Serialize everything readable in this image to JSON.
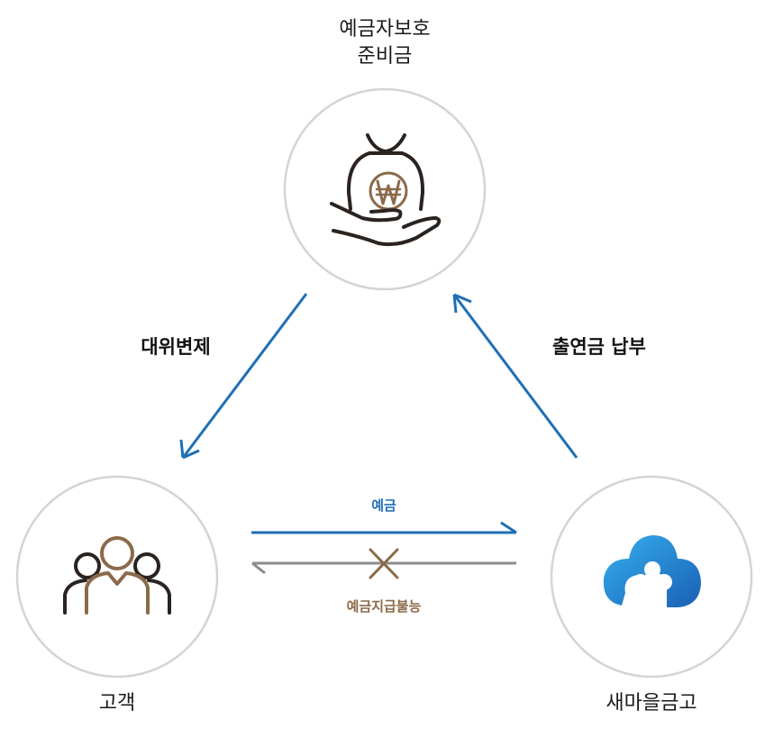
{
  "nodes": {
    "fund": {
      "title_line1": "예금자보호",
      "title_line2": "준비금",
      "icon": "money-bag-hand-icon"
    },
    "customer": {
      "title": "고객",
      "icon": "people-group-icon"
    },
    "bank": {
      "title": "새마을금고",
      "icon": "mg-cloud-logo-icon"
    }
  },
  "edges": {
    "left_label": "대위변제",
    "right_label": "출연금 납부",
    "deposit_label": "예금",
    "no_payment_label": "예금지급불능"
  },
  "colors": {
    "arrow_blue": "#1f6fb5",
    "arrow_gray": "#8c8c8c",
    "brown": "#8b6a4a",
    "dark": "#2a2320",
    "circle_border": "#d4d4d4",
    "logo_light": "#2a9ce3",
    "logo_dark": "#1b62b8"
  }
}
